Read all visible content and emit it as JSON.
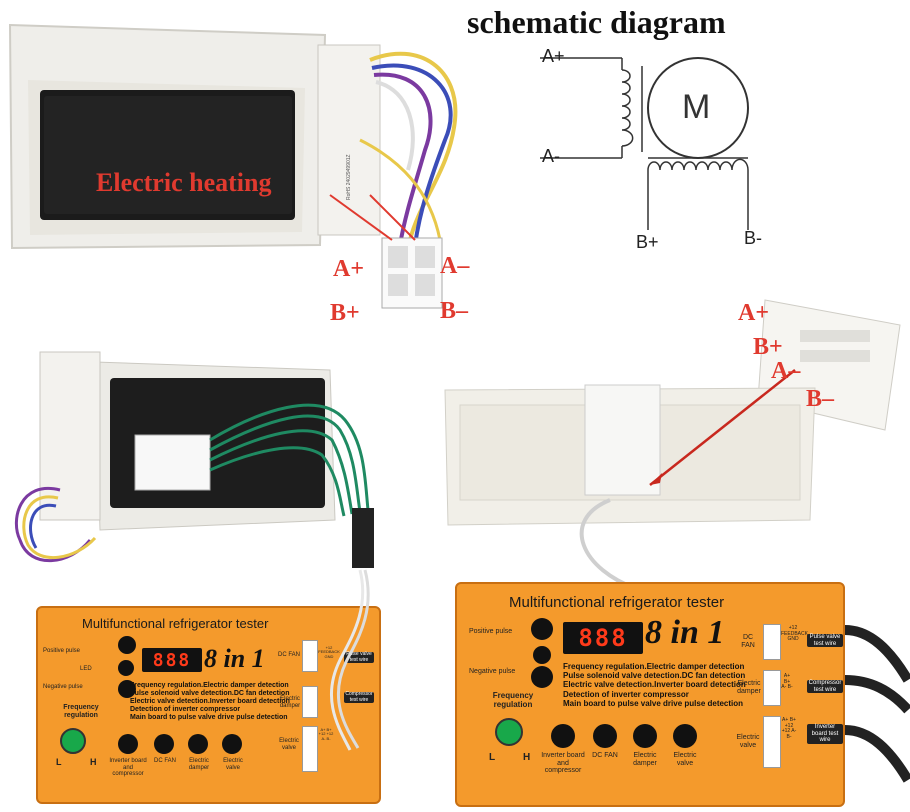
{
  "schematic": {
    "title": "schematic diagram",
    "labels": {
      "a_plus": "A+",
      "a_minus": "A-",
      "b_plus": "B+",
      "b_minus": "B-",
      "motor": "M"
    }
  },
  "top_left": {
    "callout": "Electric heating",
    "pins": {
      "a_plus": "A+",
      "a_minus": "A–",
      "b_plus": "B+",
      "b_minus": "B–"
    }
  },
  "right_connector": {
    "pins": {
      "a_plus": "A+",
      "b_plus": "B+",
      "a_minus": "A–",
      "b_minus": "B–"
    }
  },
  "tester": {
    "title": "Multifunctional refrigerator tester",
    "positive_pulse": "Positive pulse",
    "led": "LED",
    "negative_pulse": "Negative pulse",
    "brand": "8 in 1",
    "frequency_regulation": "Frequency regulation",
    "low": "L",
    "high": "H",
    "features": [
      "Frequency regulation.Electric damper detection",
      "Pulse solenoid valve detection.DC fan detection",
      "Electric valve detection.Inverter board detection",
      "Detection of inverter compressor",
      "Main board to pulse valve drive pulse detection"
    ],
    "bottom_buttons": [
      "Inverter board and compressor",
      "DC FAN",
      "Electric damper",
      "Electric valve"
    ],
    "dc_fan": "DC FAN",
    "electric_damper": "Electric damper",
    "electric_valve": "Electric valve",
    "dc_fan_pins": "+12 FEEDBACK GND",
    "valve_pins": "A+ B+ +12 +12 A- B-",
    "damper_pins": "A+ B+ A- B-",
    "tags": [
      "Pulse valve test wire",
      "Compressor test wire",
      "Inverter board test wire"
    ]
  },
  "colors": {
    "accent_red": "#e03a2f",
    "tester_orange": "#f49a2c",
    "wire_green": "#1f8a62"
  }
}
